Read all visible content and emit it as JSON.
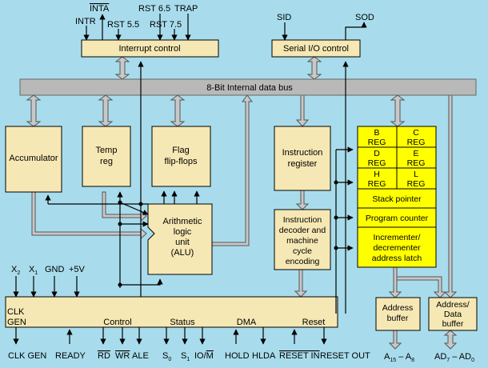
{
  "colors": {
    "background": "#a8dcec",
    "block_fill": "#f6e8b4",
    "register_fill": "#ffff00",
    "bus_fill": "#b9b9b9",
    "bus_arrow": "#c8c8c8",
    "line": "#000000"
  },
  "blocks": {
    "interrupt_control": "Interrupt control",
    "serial_io_control": "Serial I/O control",
    "internal_bus": "8-Bit Internal data bus",
    "accumulator": "Accumulator",
    "temp_reg": [
      "Temp",
      "reg"
    ],
    "flag_flipflops": [
      "Flag",
      "flip-flops"
    ],
    "alu": [
      "Arithmetic",
      "logic",
      "unit",
      "(ALU)"
    ],
    "instruction_register": [
      "Instruction",
      "register"
    ],
    "instruction_decoder": [
      "Instruction",
      "decoder and",
      "machine",
      "cycle",
      "encoding"
    ],
    "address_buffer": [
      "Address",
      "buffer"
    ],
    "address_data_buffer": [
      "Address/",
      "Data",
      "buffer"
    ],
    "timing_control": {
      "clk_gen": [
        "CLK",
        "GEN"
      ],
      "control": "Control",
      "status": "Status",
      "dma": "DMA",
      "reset": "Reset"
    }
  },
  "register_file": {
    "pairs": [
      [
        [
          "B",
          "REG"
        ],
        [
          "C",
          "REG"
        ]
      ],
      [
        [
          "D",
          "REG"
        ],
        [
          "E",
          "REG"
        ]
      ],
      [
        [
          "H",
          "REG"
        ],
        [
          "L",
          "REG"
        ]
      ]
    ],
    "stack_pointer": "Stack pointer",
    "program_counter": "Program counter",
    "incrementer": [
      "Incrementer/",
      "decrementer",
      "address latch"
    ]
  },
  "signals": {
    "intr": "INTR",
    "inta": "INTA",
    "rst65": "RST 6.5",
    "rst55": "RST 5.5",
    "rst75": "RST 7.5",
    "trap": "TRAP",
    "sid": "SID",
    "sod": "SOD",
    "x2": "X",
    "x2_sub": "2",
    "x1": "X",
    "x1_sub": "1",
    "gnd": "GND",
    "vcc": "+5V",
    "clk_gen_out": "CLK GEN",
    "ready": "READY",
    "rd": "RD",
    "wr": "WR",
    "ale": "ALE",
    "s0": "S",
    "s0_sub": "0",
    "s1": "S",
    "s1_sub": "1",
    "iom_io": "IO/",
    "iom_m": "M",
    "hold": "HOLD",
    "hlda": "HLDA",
    "reset_in": "RESET IN",
    "reset_out": "RESET OUT",
    "a15": "A",
    "a15_sub": "15",
    "a_dash": " – A",
    "a8_sub": "8",
    "ad7": "AD",
    "ad7_sub": "7",
    "ad_dash": " – AD",
    "ad0_sub": "0"
  }
}
